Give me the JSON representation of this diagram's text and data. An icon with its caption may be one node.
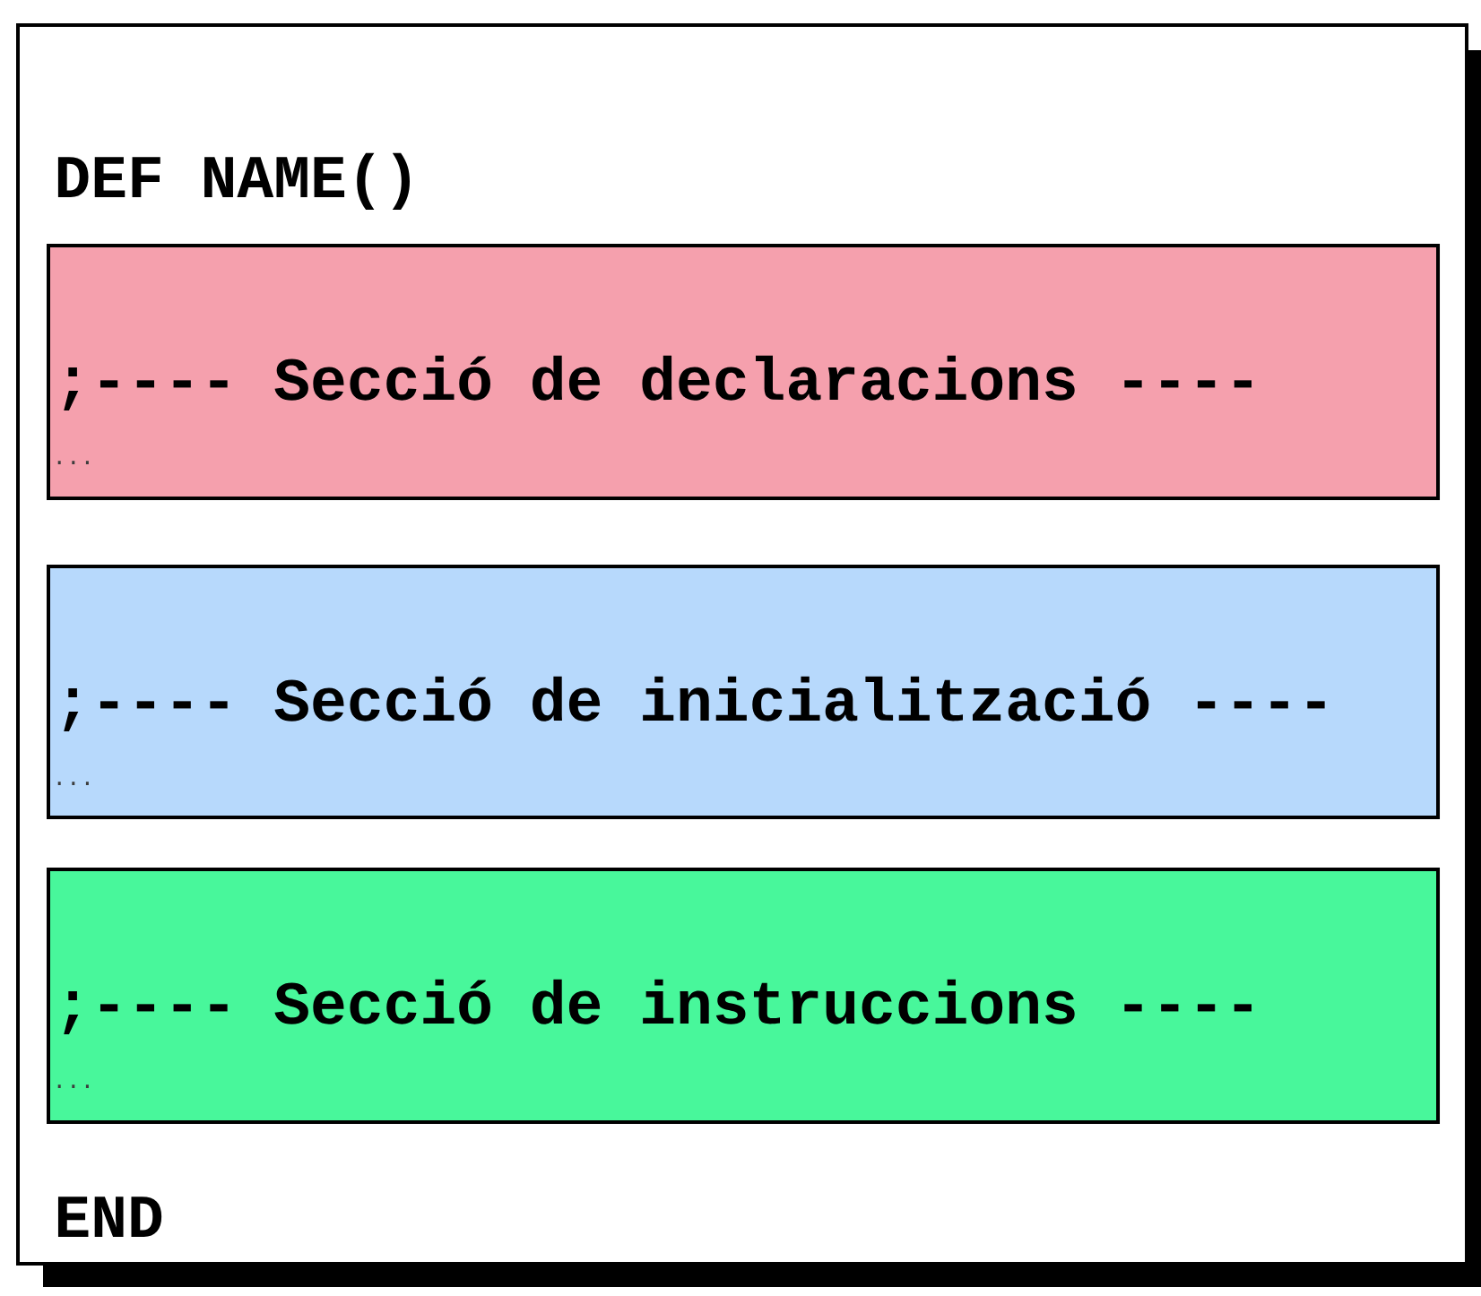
{
  "diagram": {
    "nodes": [
      {
        "text": [
          "DEF NAME()",
          "END"
        ]
      },
      {
        "text": [
          ";---- Secció de declaracions ----",
          "..."
        ],
        "in": 0
      },
      {
        "text": [
          ";---- Secció de inicialització ----",
          "..."
        ],
        "in": 0
      },
      {
        "text": [
          ";---- Secció de instruccions ----",
          "..."
        ],
        "in": 0
      }
    ]
  }
}
